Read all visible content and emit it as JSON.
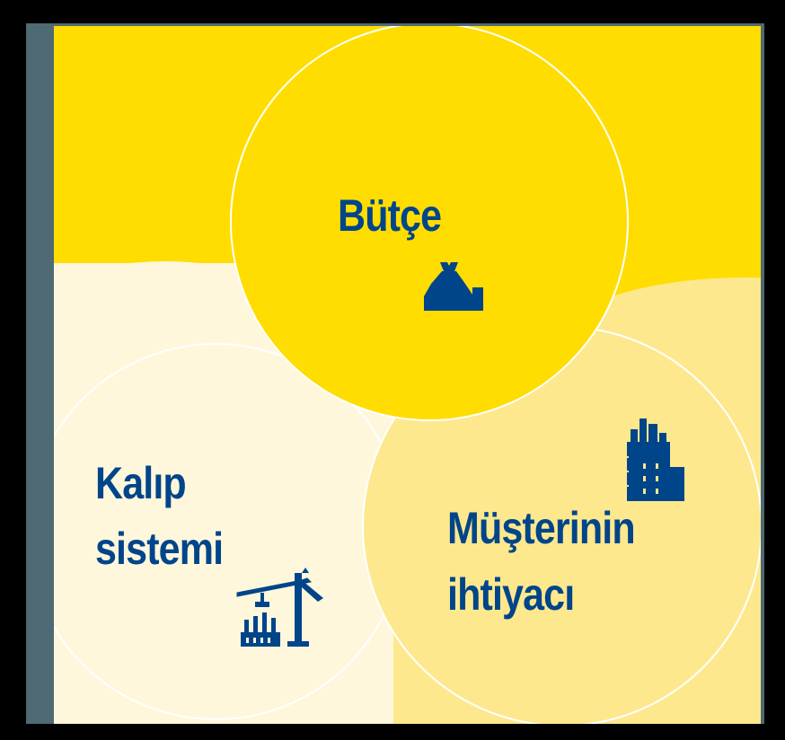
{
  "diagram": {
    "type": "three-circle overlap",
    "colors": {
      "background": "#000000",
      "frame": "#4F6A72",
      "budget": "#FFDD00",
      "formwork": "#FEF7DC",
      "customer": "#FEE88E",
      "text": "#00458A",
      "outline": "#FFFFFF"
    },
    "circles": [
      {
        "id": "budget",
        "label": "Bütçe",
        "icon": "money-bag-icon"
      },
      {
        "id": "formwork",
        "label_line1": "Kalıp",
        "label_line2": "sistemi",
        "icon": "crane-icon"
      },
      {
        "id": "customer",
        "label_line1": "Müşterinin",
        "label_line2": "ihtiyacı",
        "icon": "building-icon"
      }
    ]
  }
}
